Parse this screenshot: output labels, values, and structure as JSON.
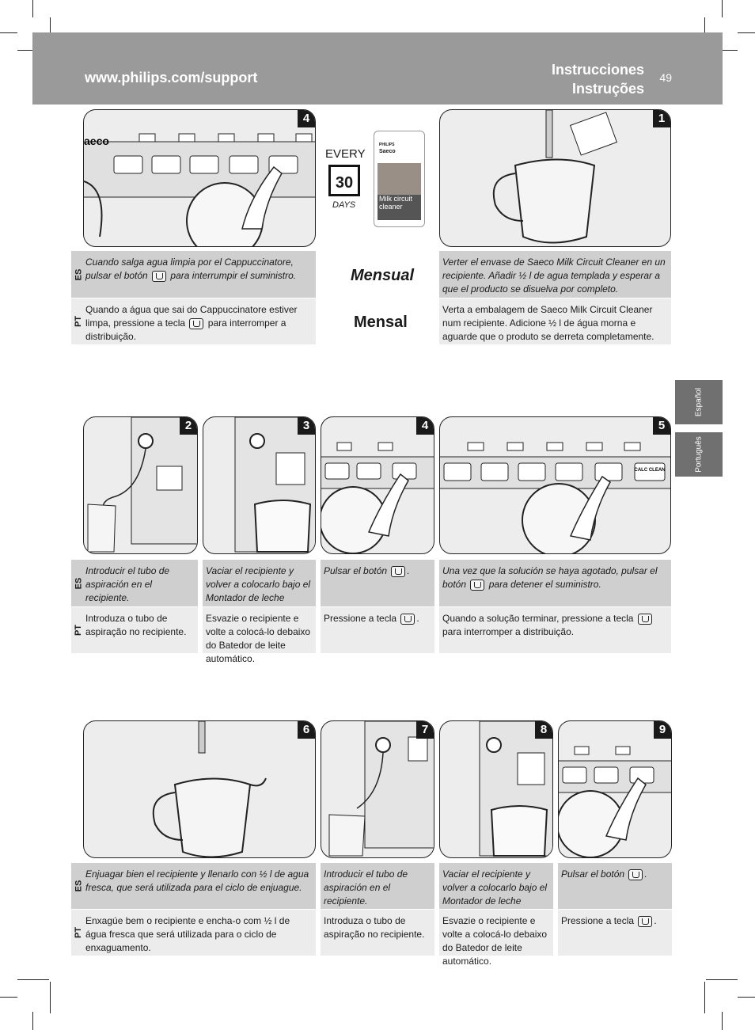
{
  "header": {
    "url": "www.philips.com/support",
    "title_es": "Instrucciones",
    "title_pt": "Instruções",
    "page_number": "49"
  },
  "side_tabs": [
    "Español",
    "Português"
  ],
  "monthly": {
    "every": "EVERY",
    "number": "30",
    "days": "DAYS",
    "label_es": "Mensual",
    "label_pt": "Mensal",
    "pack_brand": "PHILIPS",
    "pack_brand2": "Saeco",
    "pack_product": "Milk circuit cleaner"
  },
  "lang_labels": {
    "es": "ES",
    "pt": "PT"
  },
  "calc_clean_label": "CALC CLEAN",
  "brand_partial": "aeco",
  "steps": [
    {
      "num": "4",
      "es_pre": "Cuando salga agua limpia por el Cappuccinatore, pulsar el botón",
      "es_post": "para interrumpir el suministro.",
      "pt_pre": "Quando a água que sai do Cappuccinatore estiver limpa, pressione a tecla",
      "pt_post": "para interromper a distribuição."
    },
    {
      "num": "1",
      "es": "Verter el envase de Saeco Milk Circuit Cleaner en un recipiente. Añadir ½ l de agua templada y esperar a que el producto se disuelva por completo.",
      "pt": "Verta a embalagem de Saeco Milk Circuit Cleaner num recipiente. Adicione ½ l de água morna e aguarde que o produto se derreta completamente."
    },
    {
      "num": "2",
      "es": "Introducir el tubo de aspiración en el recipiente.",
      "pt": "Introduza o tubo de aspiração no recipiente."
    },
    {
      "num": "3",
      "es": "Vaciar el recipiente y volver a colocarlo bajo el Montador de leche Automático.",
      "pt": "Esvazie o recipiente e volte a colocá-lo debaixo do Batedor de leite automático."
    },
    {
      "num": "4",
      "es_pre": "Pulsar el botón",
      "es_post": ".",
      "pt_pre": "Pressione a tecla",
      "pt_post": "."
    },
    {
      "num": "5",
      "es_pre": "Una vez que la solución se haya agotado, pulsar el botón",
      "es_post": "para detener el suministro.",
      "pt_pre": "Quando a solução terminar, pressione a tecla",
      "pt_post": "para interromper a distribuição."
    },
    {
      "num": "6",
      "es": "Enjuagar bien el recipiente y llenarlo con ½ l de agua fresca, que será utilizada para el ciclo de enjuague.",
      "pt": "Enxagúe bem o recipiente e encha-o com ½ l de água fresca que será utilizada para o ciclo de enxaguamento."
    },
    {
      "num": "7",
      "es": "Introducir el tubo de aspiración en el recipiente.",
      "pt": "Introduza o tubo de aspiração no recipiente."
    },
    {
      "num": "8",
      "es": "Vaciar el recipiente y volver a colocarlo bajo el Montador de leche Automático.",
      "pt": "Esvazie o recipiente e volte a colocá-lo debaixo do Batedor de leite automático."
    },
    {
      "num": "9",
      "es_pre": "Pulsar el botón",
      "es_post": ".",
      "pt_pre": "Pressione a tecla",
      "pt_post": "."
    }
  ]
}
